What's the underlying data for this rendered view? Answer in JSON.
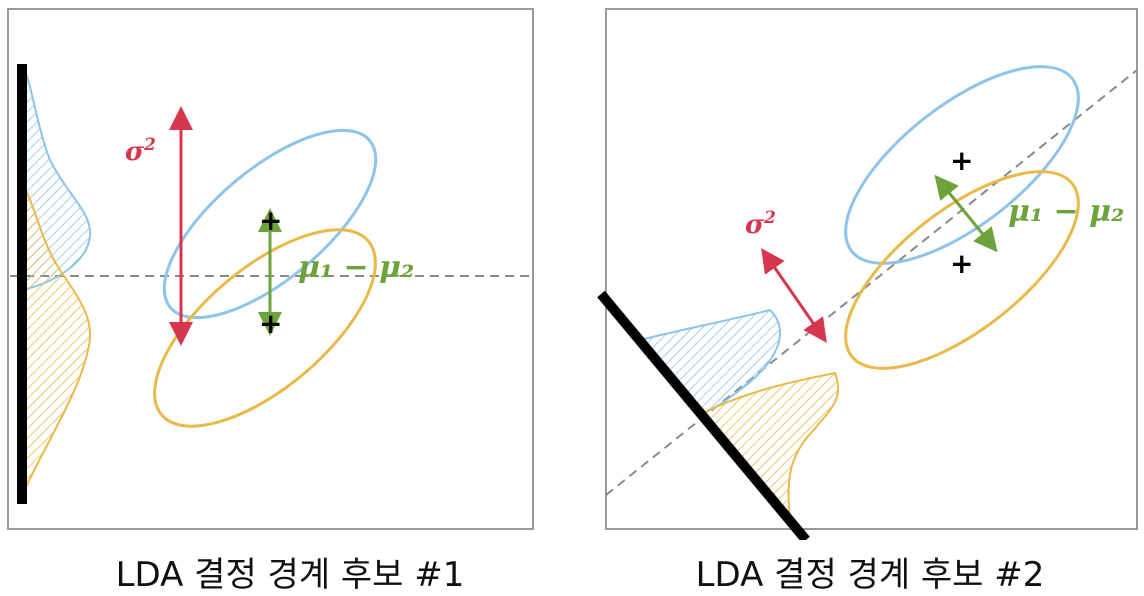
{
  "diagrams": [
    {
      "caption": "LDA 결정 경계 후보 #1",
      "variance_label": "σ",
      "variance_exp": "2",
      "mean_diff_label": "μ₁ − μ₂"
    },
    {
      "caption": "LDA 결정 경계 후보 #2",
      "variance_label": "σ",
      "variance_exp": "2",
      "mean_diff_label": "μ₁ − μ₂"
    }
  ],
  "colors": {
    "class1": "#8ec4ea",
    "class2": "#e9b94a",
    "variance_arrow": "#d6374f",
    "mean_arrow": "#6ea33b",
    "axis_line": "#000000",
    "frame": "#9a9a9a",
    "dashed_line": "#8a8a8a"
  },
  "icons": {
    "class_mean_marker": "plus-icon"
  }
}
